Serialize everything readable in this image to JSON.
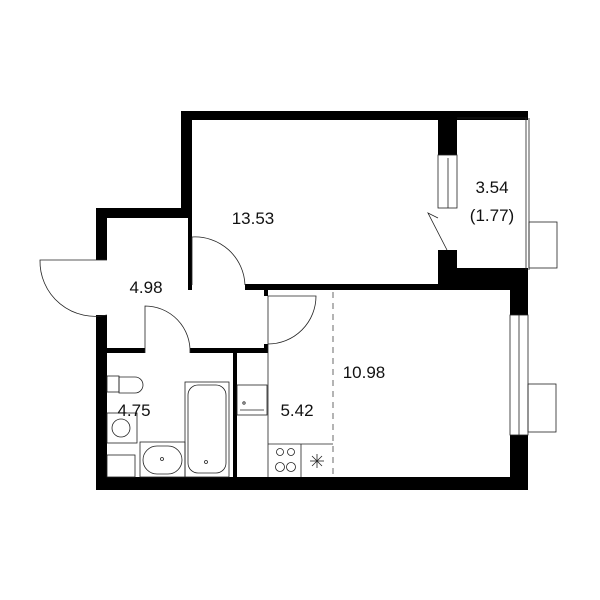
{
  "plan": {
    "rooms": [
      {
        "id": "bedroom",
        "area": "13.53"
      },
      {
        "id": "hallway",
        "area": "4.98"
      },
      {
        "id": "balcony",
        "area": "3.54",
        "area_reduced": "(1.77)"
      },
      {
        "id": "living",
        "area": "10.98"
      },
      {
        "id": "bathroom",
        "area": "4.75"
      },
      {
        "id": "kitchen",
        "area": "5.42"
      }
    ],
    "colors": {
      "wall": "#000000",
      "line": "#222222",
      "background": "#ffffff"
    }
  }
}
